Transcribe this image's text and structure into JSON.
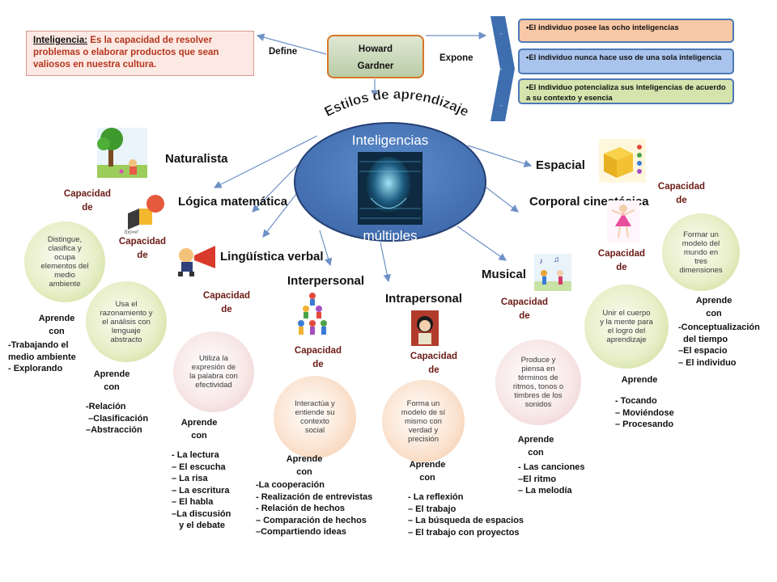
{
  "definition": {
    "term": "Inteligencia:",
    "text": " Es la capacidad de resolver problemas o elaborar  productos que sean valiosos en nuestra cultura."
  },
  "define_label": "Define",
  "gardner": {
    "line1": "Howard",
    "line2": "Gardner"
  },
  "expone_label": "Expone",
  "expone_items": [
    "•El individuo posee las ocho inteligencias",
    "•El individuo nunca hace uso de una sola inteligencia",
    "•El individuo potencializa sus inteligencias de acuerdo a su contexto y esencia"
  ],
  "title": "Estilos de aprendizaje",
  "center": {
    "line1": "Inteligencias",
    "line2": "múltiples"
  },
  "capacidad_label": "Capacidad de",
  "aprende_label": "Aprende con",
  "intelligences": {
    "naturalista": {
      "name": "Naturalista",
      "capacity": "Distingue, clasifica y ocupa elementos del medio ambiente",
      "learn_with": "-Trabajando el\nmedio ambiente\n- Explorando"
    },
    "logica": {
      "name": "Lógica matemática",
      "capacity": "Usa el razonamiento y el análisis con lenguaje abstracto",
      "learn_with": "-Relación\n –Clasificación\n–Abstracción"
    },
    "linguistica": {
      "name": "Lingüística verbal",
      "capacity": "Utiliza la expresión de la palabra con efectividad",
      "learn_with": "- La lectura\n– El escucha\n– La risa\n– La escritura\n– El habla\n–La discusión\n   y el debate"
    },
    "interpersonal": {
      "name": "Interpersonal",
      "capacity": "Interactúa y entiende su contexto social",
      "learn_with": "-La cooperación\n- Realización de entrevistas\n- Relación de hechos\n– Comparación de hechos\n–Compartiendo ideas"
    },
    "intrapersonal": {
      "name": "Intrapersonal",
      "capacity": "Forma un modelo de sí mismo con verdad y precisión",
      "learn_with": "- La reflexión\n– El trabajo\n– La búsqueda de espacios\n– El trabajo con proyectos"
    },
    "musical": {
      "name": "Musical",
      "capacity": "Produce y piensa en términos de ritmos, tonos o timbres de los sonidos",
      "learn_with": "- Las canciones\n–El ritmo\n– La melodía"
    },
    "corporal": {
      "name": "Corporal cinestésica",
      "capacity": "Unir el cuerpo y la mente para  el logro del aprendizaje",
      "aprende_short": "Aprende",
      "learn_with": "- Tocando\n– Moviéndose\n– Procesando"
    },
    "espacial": {
      "name": "Espacial",
      "capacity": "Formar un modelo del mundo en tres dimensiones",
      "learn_with": "-Conceptualización\n  del tiempo\n–El espacio\n– El individuo"
    }
  },
  "colors": {
    "center_fill": "#4a78bb",
    "center_border": "#243f73",
    "green_circle": "#cfdd9d",
    "pink_circle": "#f1d2d3",
    "peach_circle": "#f8d2b3",
    "capacidad_text": "#6b1b16",
    "definition_text": "#b5361e",
    "arrow": "#6d90c5",
    "expone_1": "#f9c8a6",
    "expone_2": "#a9c4ec",
    "expone_3": "#d5e4ad"
  }
}
